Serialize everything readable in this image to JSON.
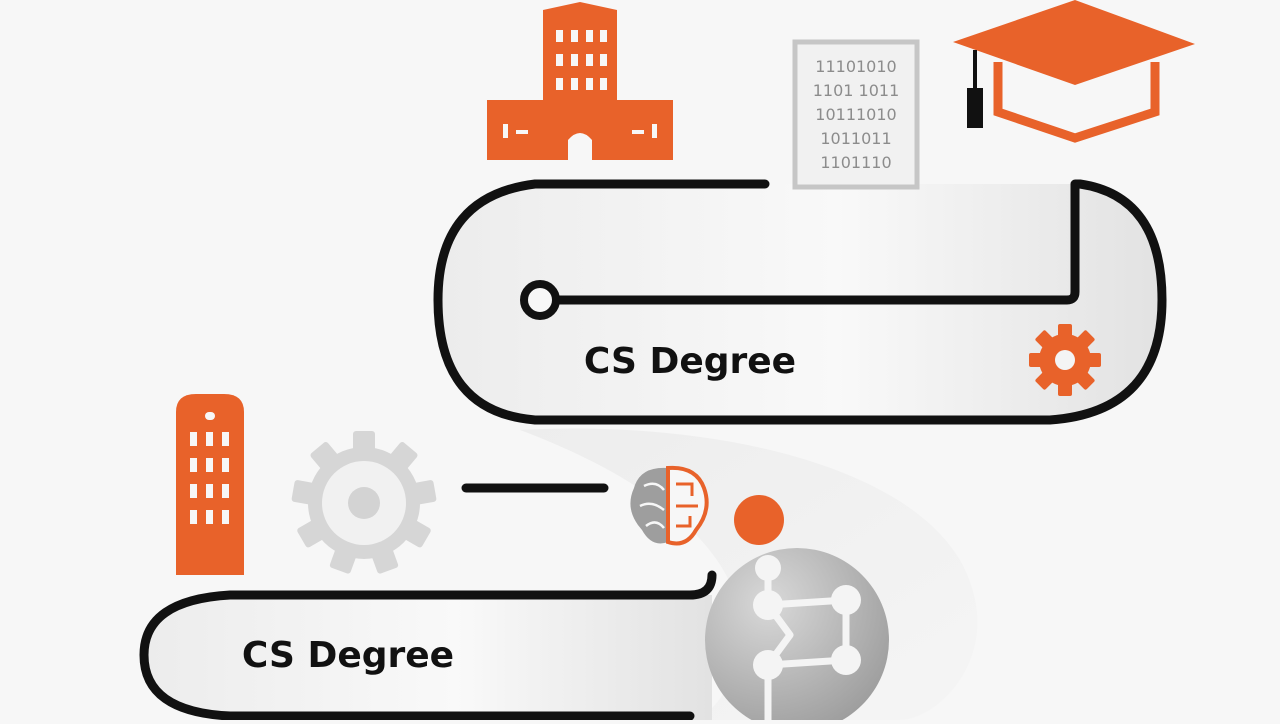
{
  "colors": {
    "accent": "#e8622a",
    "ink": "#111111",
    "grey_dark": "#8f8f8f",
    "grey_mid": "#c9c9c9",
    "grey_light": "#e3e3e3",
    "background": "#f7f7f7"
  },
  "icons": [
    "university-building-icon",
    "binary-code-document-icon",
    "graduation-cap-icon",
    "gear-icon",
    "tower-building-icon",
    "brain-circuit-icon",
    "network-sphere-icon"
  ],
  "binary_document": {
    "lines": [
      "11101010",
      "1101 1011",
      "10111010",
      "1011011",
      "1101110"
    ]
  },
  "stages": [
    {
      "label": "CS Degree"
    },
    {
      "label": "CS Degree"
    }
  ]
}
